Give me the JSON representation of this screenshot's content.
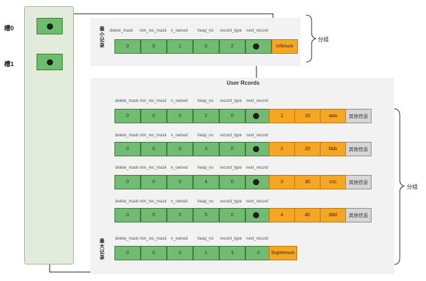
{
  "slots": [
    {
      "label": "槽0"
    },
    {
      "label": "槽1"
    }
  ],
  "columns": [
    "delete_mask",
    "min_rec_mask",
    "n_owned",
    "heap_no",
    "record_type",
    "next_record"
  ],
  "infimum": {
    "label": "最小记录",
    "values": [
      "0",
      "0",
      "1",
      "0",
      "2"
    ],
    "name": "Infimum"
  },
  "user_records": {
    "title": "User Rcords",
    "rows": [
      {
        "values": [
          "0",
          "0",
          "0",
          "2",
          "0"
        ],
        "data": [
          "1",
          "10",
          "aaa"
        ],
        "extra": "其他信息"
      },
      {
        "values": [
          "0",
          "0",
          "0",
          "3",
          "0"
        ],
        "data": [
          "2",
          "20",
          "bbb"
        ],
        "extra": "其他信息"
      },
      {
        "values": [
          "0",
          "0",
          "0",
          "4",
          "0"
        ],
        "data": [
          "3",
          "30",
          "ccc"
        ],
        "extra": "其他信息"
      },
      {
        "values": [
          "0",
          "0",
          "0",
          "5",
          "0"
        ],
        "data": [
          "4",
          "40",
          "ddd"
        ],
        "extra": "其他信息"
      }
    ]
  },
  "supremum": {
    "label": "最大记录",
    "values": [
      "0",
      "0",
      "5",
      "1",
      "3",
      "0"
    ],
    "name": "Supremum"
  },
  "groups": {
    "group1_label": "分组",
    "group2_label": "分组"
  }
}
